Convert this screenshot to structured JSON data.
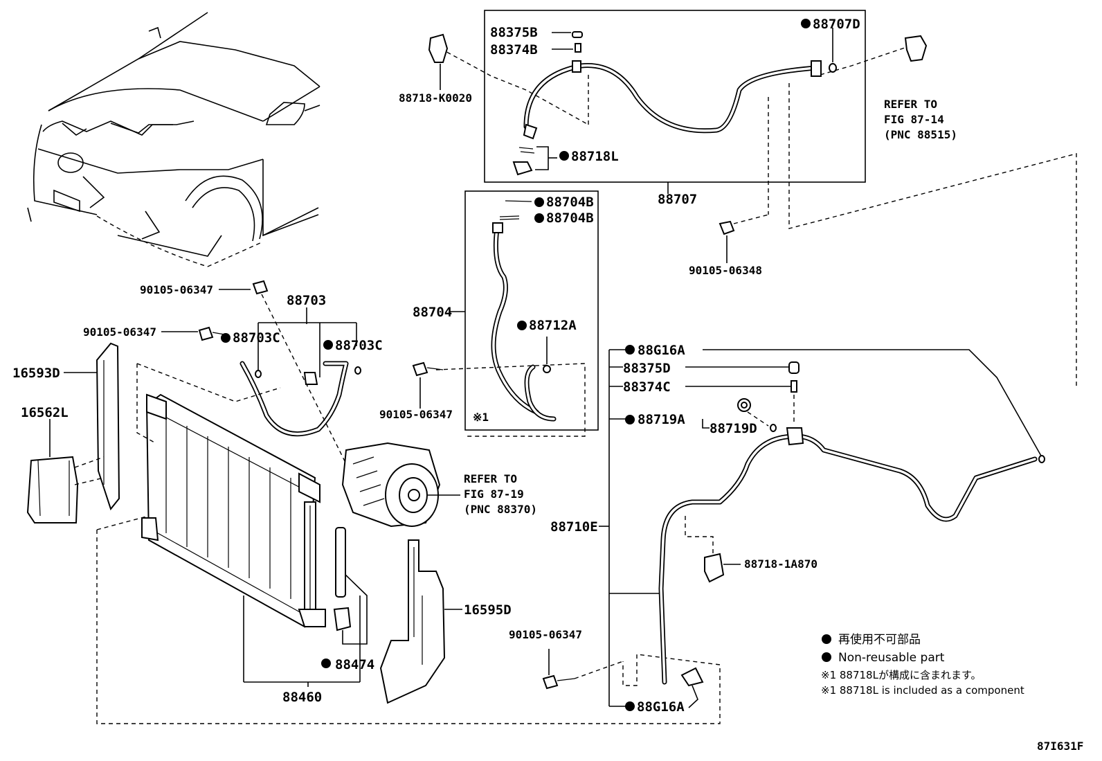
{
  "parts": {
    "p88375B": "88375B",
    "p88374B": "88374B",
    "p88718K0020": "88718-K0020",
    "p88707D": "88707D",
    "p88718L": "88718L",
    "p88707": "88707",
    "p88704B_1": "88704B",
    "p88704B_2": "88704B",
    "p88704": "88704",
    "p88712A": "88712A",
    "p90105_06348": "90105-06348",
    "p90105_06347_a": "90105-06347",
    "p90105_06347_b": "90105-06347",
    "p90105_06347_c": "90105-06347",
    "p90105_06347_d": "90105-06347",
    "p88703": "88703",
    "p88703C_1": "88703C",
    "p88703C_2": "88703C",
    "p16593D": "16593D",
    "p16562L": "16562L",
    "p88G16A_1": "88G16A",
    "p88375D": "88375D",
    "p88374C": "88374C",
    "p88719A": "88719A",
    "p88719D": "88719D",
    "p88710E": "88710E",
    "p88718_1A870": "88718-1A870",
    "p16595D": "16595D",
    "p88474": "88474",
    "p88460": "88460",
    "p88G16A_2": "88G16A",
    "mark1": "※1"
  },
  "refs": {
    "ref1_l1": "REFER TO",
    "ref1_l2": "FIG 87-14",
    "ref1_l3": "(PNC 88515)",
    "ref2_l1": "REFER TO",
    "ref2_l2": "FIG 87-19",
    "ref2_l3": "(PNC 88370)"
  },
  "legend": {
    "jp_nonreusable": "再使用不可部品",
    "en_nonreusable": "Non-reusable part",
    "jp_note": "※1 88718Lが構成に含まれます。",
    "en_note": "※1 88718L  is included as a component"
  },
  "figure_id": "87I631F"
}
